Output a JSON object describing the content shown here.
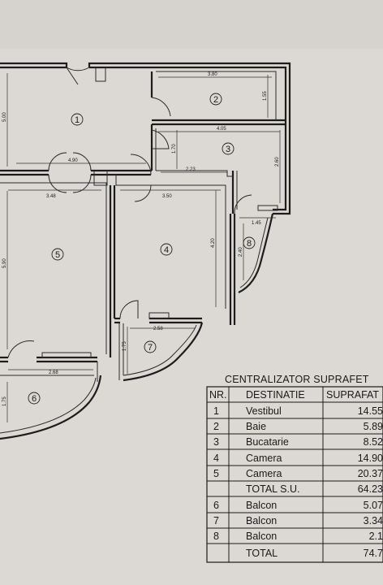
{
  "plan": {
    "rooms": [
      {
        "number": "1"
      },
      {
        "number": "2"
      },
      {
        "number": "3"
      },
      {
        "number": "4"
      },
      {
        "number": "5"
      },
      {
        "number": "6"
      },
      {
        "number": "7"
      },
      {
        "number": "8"
      }
    ],
    "dimensions": [
      "5.00",
      "3.80",
      "1.55",
      "4.05",
      "1.70",
      "2.60",
      "4.90",
      "2.23",
      "3.48",
      "3.50",
      "1.45",
      "5.90",
      "4.20",
      "2.40",
      "2.58",
      "1.75",
      "2.68",
      "1.75"
    ]
  },
  "table": {
    "title": "CENTRALIZATOR SUPRAFET",
    "headers": [
      "NR.",
      "DESTINATIE",
      "SUPRAFAT"
    ],
    "rows": [
      {
        "nr": "1",
        "dest": "Vestibul",
        "val": "14.55"
      },
      {
        "nr": "2",
        "dest": "Baie",
        "val": "5.89"
      },
      {
        "nr": "3",
        "dest": "Bucatarie",
        "val": "8.52"
      },
      {
        "nr": "4",
        "dest": "Camera",
        "val": "14.90"
      },
      {
        "nr": "5",
        "dest": "Camera",
        "val": "20.37"
      },
      {
        "nr": "",
        "dest": "TOTAL S.U.",
        "val": "64.23"
      },
      {
        "nr": "6",
        "dest": "Balcon",
        "val": "5.07"
      },
      {
        "nr": "7",
        "dest": "Balcon",
        "val": "3.34"
      },
      {
        "nr": "8",
        "dest": "Balcon",
        "val": "2.1"
      },
      {
        "nr": "",
        "dest": "TOTAL",
        "val": "74.7"
      }
    ]
  }
}
